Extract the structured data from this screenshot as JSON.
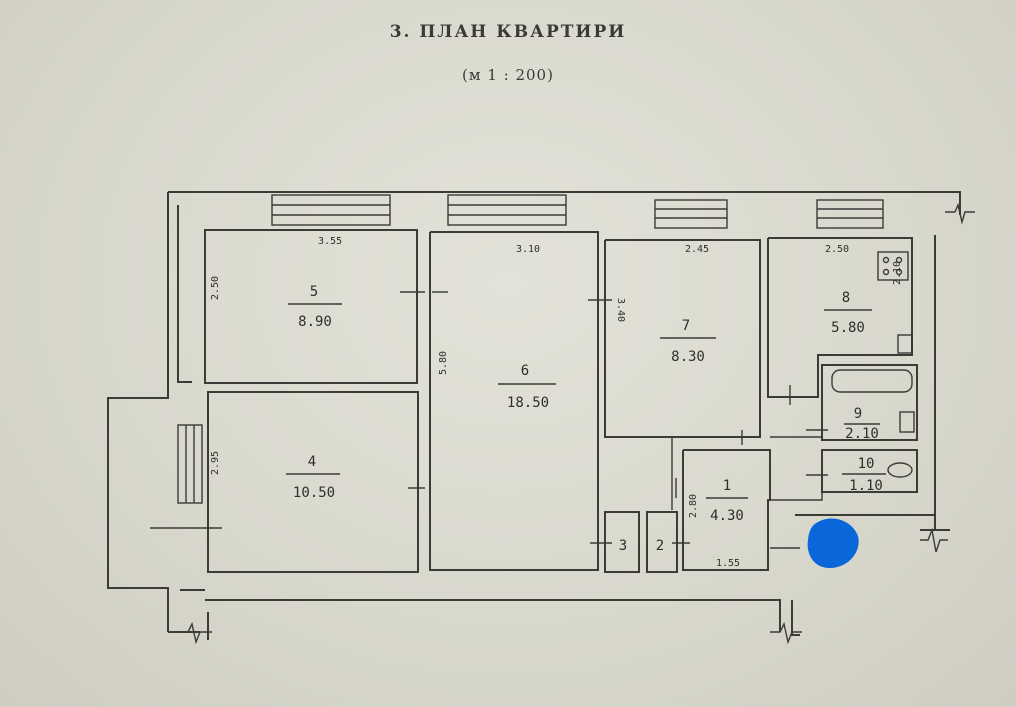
{
  "plan": {
    "title": "3. ПЛАН КВАРТИРИ",
    "scale": "(м 1 : 200)"
  },
  "rooms": [
    {
      "number": "1",
      "area": "4.30"
    },
    {
      "number": "2",
      "area": ""
    },
    {
      "number": "3",
      "area": ""
    },
    {
      "number": "4",
      "area": "10.50"
    },
    {
      "number": "5",
      "area": "8.90"
    },
    {
      "number": "6",
      "area": "18.50"
    },
    {
      "number": "7",
      "area": "8.30"
    },
    {
      "number": "8",
      "area": "5.80"
    },
    {
      "number": "9",
      "area": "2.10"
    },
    {
      "number": "10",
      "area": "1.10"
    }
  ],
  "dimensions": {
    "room5_width": "3.55",
    "room5_height": "2.50",
    "room6_width": "3.10",
    "room6_height": "5.80",
    "room7_width": "2.45",
    "room7_height": "3.40",
    "room8_width": "2.50",
    "room8_height": "2.10",
    "room4_height": "2.95",
    "room1_width": "1.55",
    "room1_height": "2.80"
  },
  "marker": {
    "color": "#0a67d9"
  }
}
